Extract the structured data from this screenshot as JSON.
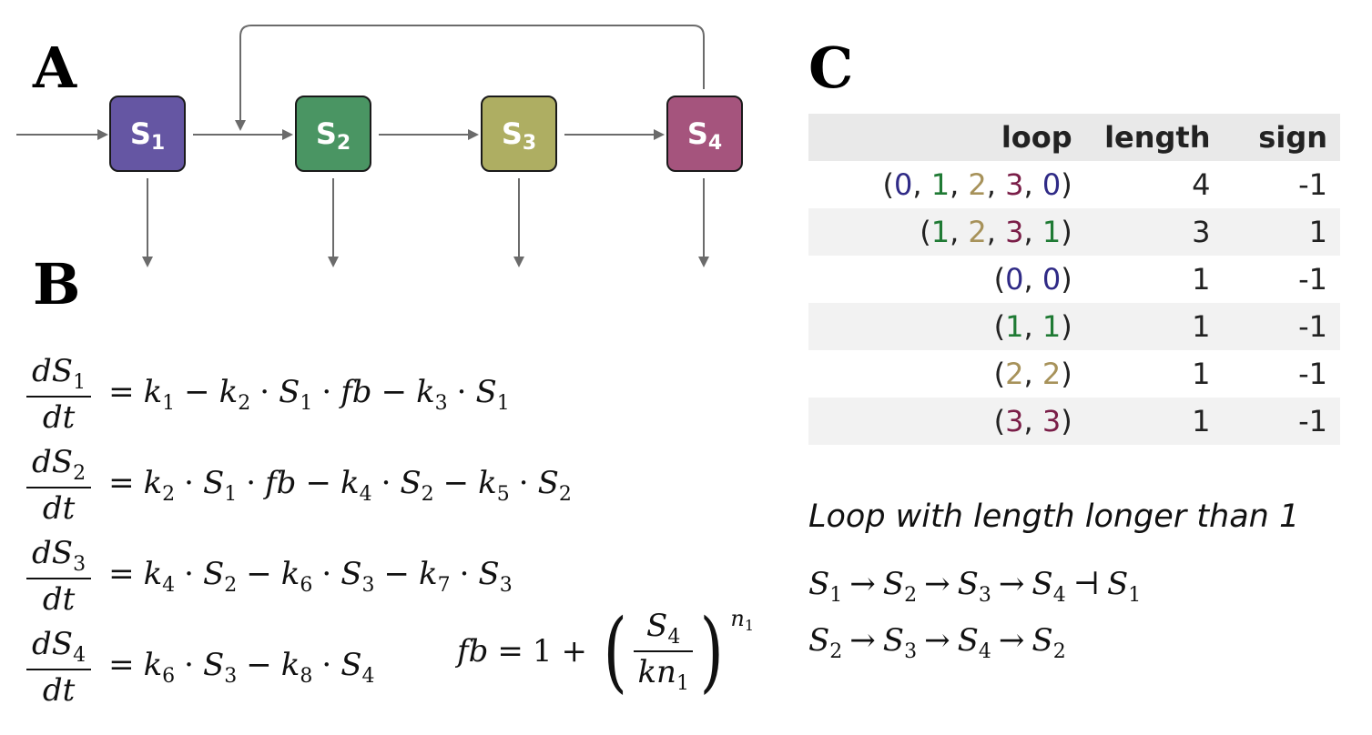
{
  "panels": {
    "a": "A",
    "b": "B",
    "c": "C"
  },
  "nodes": [
    {
      "label": "S",
      "sub": "1",
      "color": "#6556a3"
    },
    {
      "label": "S",
      "sub": "2",
      "color": "#4a9563"
    },
    {
      "label": "S",
      "sub": "3",
      "color": "#aeae62"
    },
    {
      "label": "S",
      "sub": "4",
      "color": "#a5547d"
    }
  ],
  "equations": {
    "d": "d",
    "dt": "dt",
    "S": "S",
    "fb": "fb",
    "k": "k",
    "one": "1",
    "n": "n",
    "kn": "kn",
    "eq1_sub": "1",
    "eq2_sub": "2",
    "eq3_sub": "3",
    "eq4_sub": "4"
  },
  "table": {
    "headers": [
      "loop",
      "length",
      "sign"
    ],
    "rows": [
      {
        "loop": [
          "0",
          "1",
          "2",
          "3",
          "0"
        ],
        "length": "4",
        "sign": "-1"
      },
      {
        "loop": [
          "1",
          "2",
          "3",
          "1"
        ],
        "length": "3",
        "sign": "1"
      },
      {
        "loop": [
          "0",
          "0"
        ],
        "length": "1",
        "sign": "-1"
      },
      {
        "loop": [
          "1",
          "1"
        ],
        "length": "1",
        "sign": "-1"
      },
      {
        "loop": [
          "2",
          "2"
        ],
        "length": "1",
        "sign": "-1"
      },
      {
        "loop": [
          "3",
          "3"
        ],
        "length": "1",
        "sign": "-1"
      }
    ]
  },
  "caption": "Loop with length longer than 1",
  "chains": {
    "first": [
      "1",
      "2",
      "3",
      "4",
      "1"
    ],
    "second": [
      "2",
      "3",
      "4",
      "2"
    ]
  }
}
